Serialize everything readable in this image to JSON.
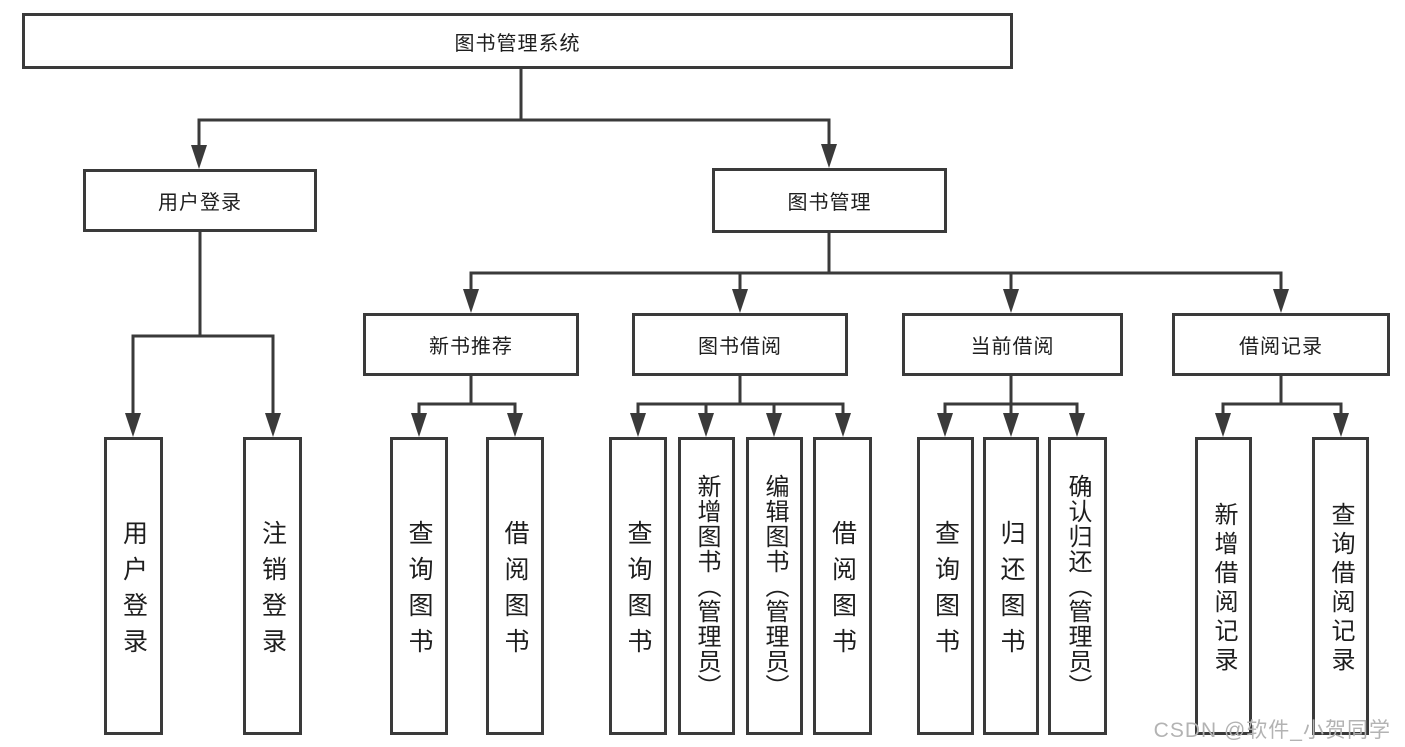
{
  "diagram": {
    "type": "tree",
    "title": "图书管理系统",
    "colors": {
      "line": "#3a3a3a",
      "text": "#1e1e1e",
      "box_bg": "#ffffff",
      "watermark": "#b3b3b3"
    }
  },
  "nodes": {
    "root": {
      "label": "图书管理系统"
    },
    "user_login": {
      "label": "用户登录"
    },
    "book_mgmt": {
      "label": "图书管理"
    },
    "new_book_rec": {
      "label": "新书推荐"
    },
    "book_borrow": {
      "label": "图书借阅"
    },
    "current_borrow": {
      "label": "当前借阅"
    },
    "borrow_records": {
      "label": "借阅记录"
    },
    "leaf_user_login": {
      "label": "用户登录"
    },
    "leaf_logout": {
      "label": "注销登录"
    },
    "leaf_query_book_rec": {
      "label": "查询图书"
    },
    "leaf_borrow_book_rec": {
      "label": "借阅图书"
    },
    "leaf_query_book_borrow": {
      "label": "查询图书"
    },
    "leaf_add_book_admin": {
      "label": "新增图书（管理员）"
    },
    "leaf_edit_book_admin": {
      "label": "编辑图书（管理员）"
    },
    "leaf_borrow_book_borrow": {
      "label": "借阅图书"
    },
    "leaf_query_book_current": {
      "label": "查询图书"
    },
    "leaf_return_book": {
      "label": "归还图书"
    },
    "leaf_confirm_return_admin": {
      "label": "确认归还（管理员）"
    },
    "leaf_add_borrow_record": {
      "label": "新增借阅记录"
    },
    "leaf_query_borrow_record": {
      "label": "查询借阅记录"
    }
  },
  "watermark": "CSDN @软件_小贺同学",
  "hierarchy": {
    "图书管理系统": {
      "用户登录": [
        "用户登录",
        "注销登录"
      ],
      "图书管理": {
        "新书推荐": [
          "查询图书",
          "借阅图书"
        ],
        "图书借阅": [
          "查询图书",
          "新增图书（管理员）",
          "编辑图书（管理员）",
          "借阅图书"
        ],
        "当前借阅": [
          "查询图书",
          "归还图书",
          "确认归还（管理员）"
        ],
        "借阅记录": [
          "新增借阅记录",
          "查询借阅记录"
        ]
      }
    }
  }
}
